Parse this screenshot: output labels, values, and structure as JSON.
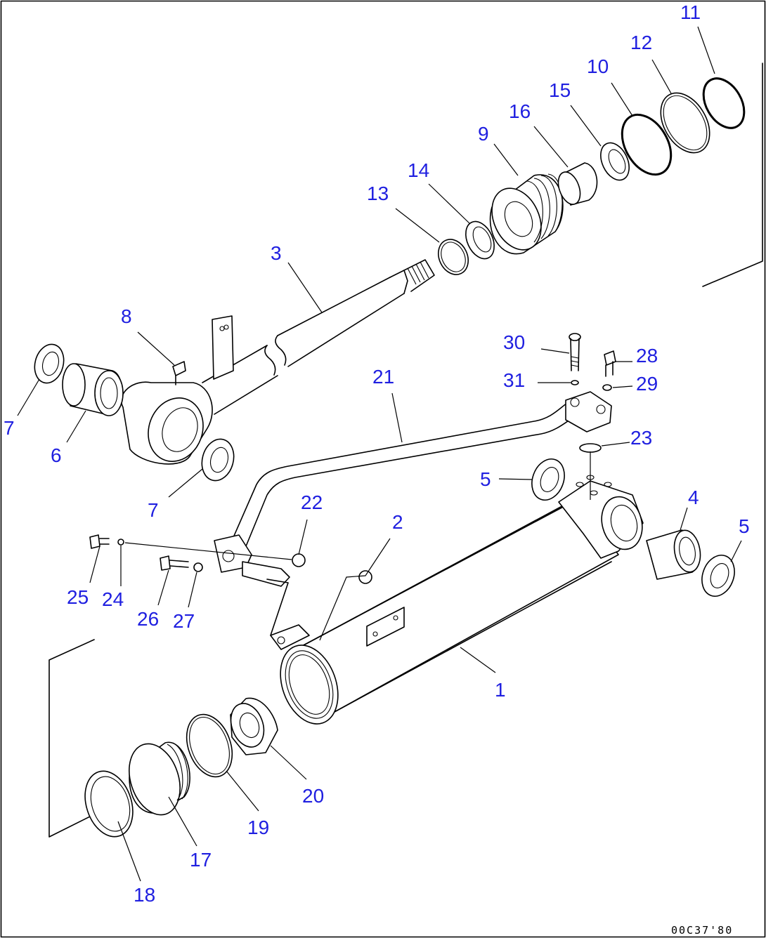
{
  "drawing": {
    "reference_code": "00C37'80",
    "part_labels": [
      "1",
      "2",
      "3",
      "4",
      "5",
      "5",
      "6",
      "7",
      "7",
      "8",
      "9",
      "10",
      "11",
      "12",
      "13",
      "14",
      "15",
      "16",
      "17",
      "18",
      "19",
      "20",
      "21",
      "22",
      "23",
      "24",
      "25",
      "26",
      "27",
      "28",
      "29",
      "30",
      "31"
    ]
  }
}
